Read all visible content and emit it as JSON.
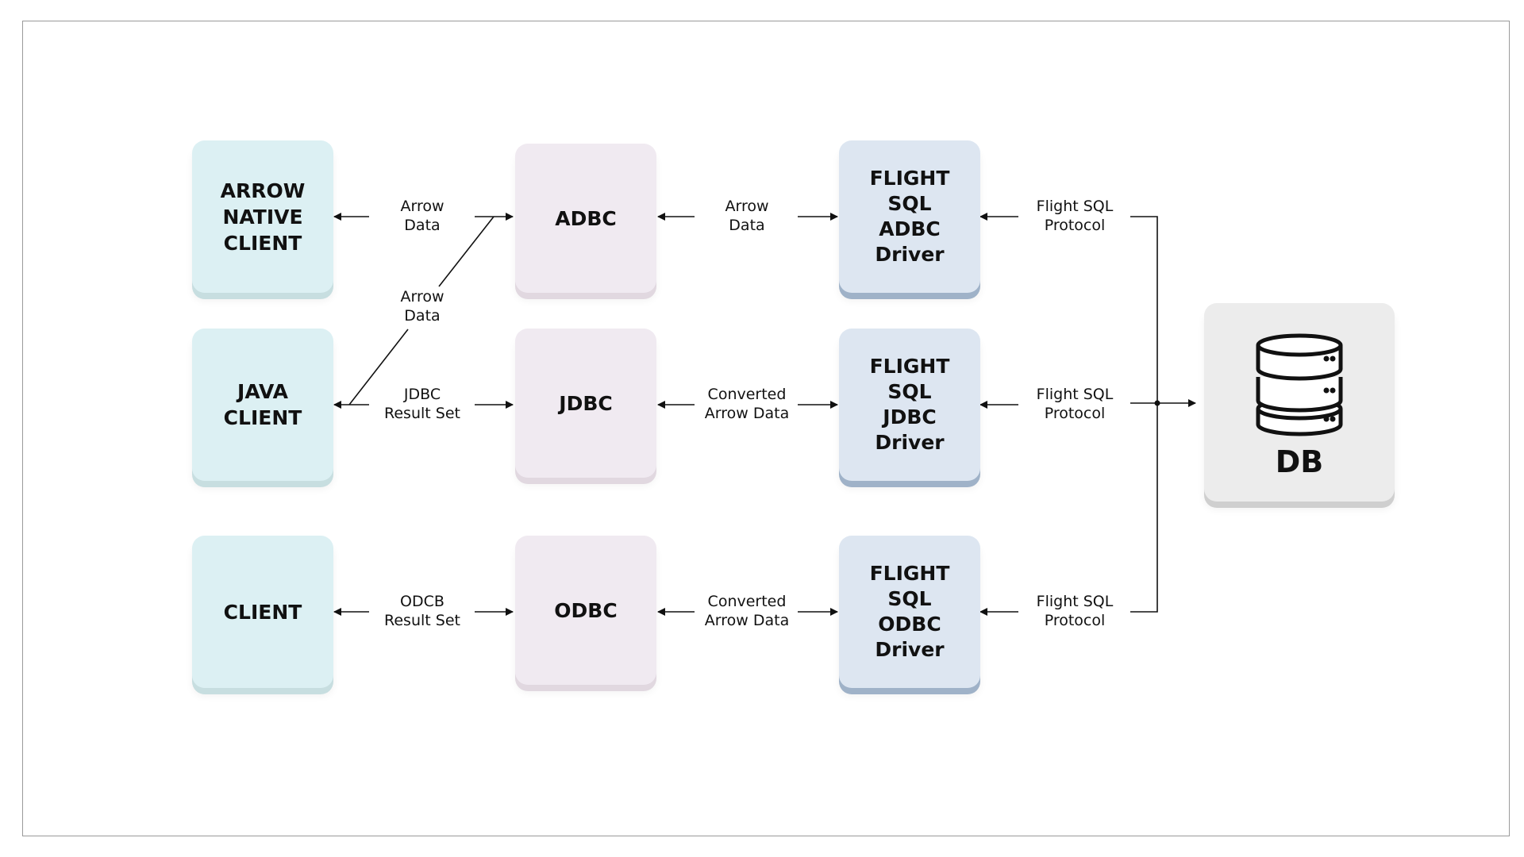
{
  "nodes": {
    "arrow_native_client": "ARROW\nNATIVE\nCLIENT",
    "java_client": "JAVA\nCLIENT",
    "client": "CLIENT",
    "adbc": "ADBC",
    "jdbc": "JDBC",
    "odbc": "ODBC",
    "flight_sql_adbc_driver": "FLIGHT\nSQL\nADBC\nDriver",
    "flight_sql_jdbc_driver": "FLIGHT\nSQL\nJDBC\nDriver",
    "flight_sql_odbc_driver": "FLIGHT\nSQL\nODBC\nDriver",
    "db": "DB"
  },
  "edges": {
    "arrow_client_adbc": "Arrow\nData",
    "java_adbc": "Arrow\nData",
    "java_jdbc": "JDBC\nResult Set",
    "client_odbc": "ODCB\nResult Set",
    "adbc_driver": "Arrow\nData",
    "jdbc_driver": "Converted\nArrow Data",
    "odbc_driver": "Converted\nArrow Data",
    "adbc_driver_db": "Flight SQL\nProtocol",
    "jdbc_driver_db": "Flight SQL\nProtocol",
    "odbc_driver_db": "Flight SQL\nProtocol"
  },
  "icons": {
    "database": "database-icon"
  }
}
